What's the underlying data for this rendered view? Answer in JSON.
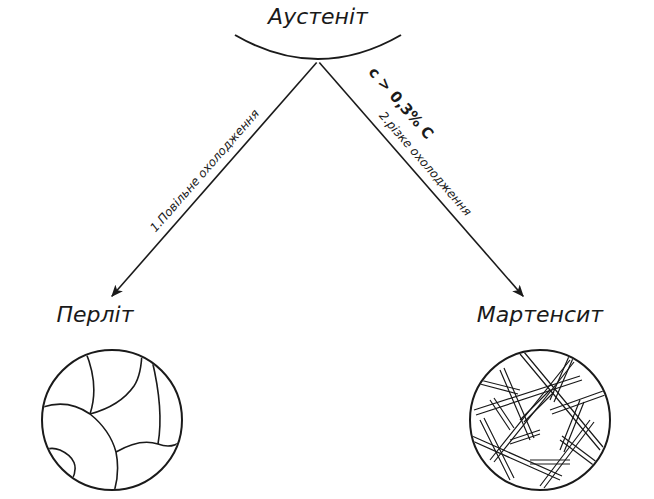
{
  "diagram": {
    "nodes": [
      {
        "text": [
          "Аустеніт"
        ]
      },
      {
        "text": [
          "Перліт"
        ]
      },
      {
        "text": [
          "Мартенсит"
        ]
      }
    ],
    "edges": [
      {
        "from": 0,
        "to": 1,
        "arrow": "to",
        "label": "1.Повільне охолодження"
      },
      {
        "from": 0,
        "to": 2,
        "arrow": "to",
        "label": "2.різке охолодження"
      }
    ],
    "labels": [
      "c > 0,3% C"
    ]
  }
}
